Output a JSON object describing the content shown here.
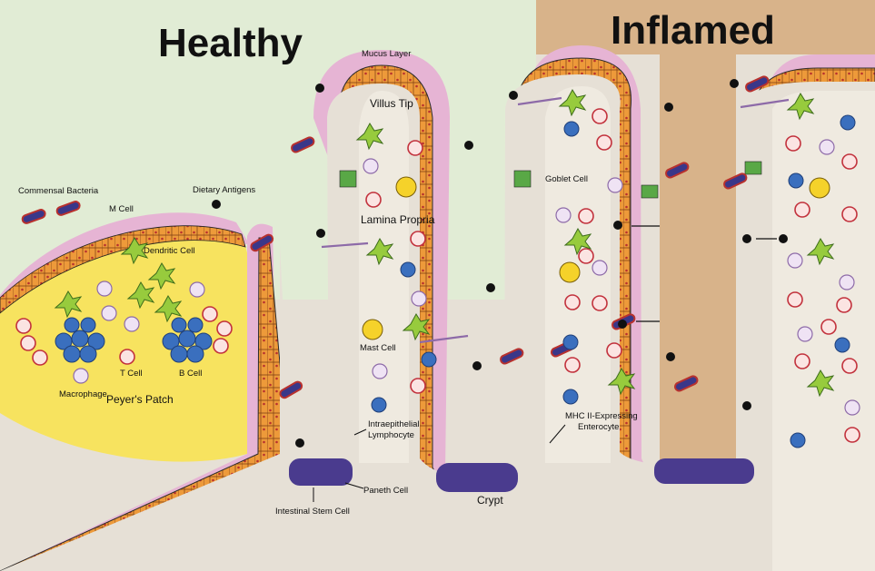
{
  "titles": {
    "healthy": "Healthy",
    "inflamed": "Inflamed"
  },
  "labels": {
    "mucus_layer": "Mucus Layer",
    "villus_tip": "Villus Tip",
    "commensal_bacteria": "Commensal Bacteria",
    "dietary_antigens": "Dietary Antigens",
    "m_cell": "M Cell",
    "dendritic_cell": "Dendritic Cell",
    "lamina_propria": "Lamina Propria",
    "goblet_cell": "Goblet Cell",
    "mast_cell": "Mast Cell",
    "t_cell": "T Cell",
    "b_cell": "B Cell",
    "macrophage": "Macrophage",
    "peyers_patch": "Peyer's Patch",
    "iel_line1": "Intraepithelial",
    "iel_line2": "Lymphocyte",
    "paneth_cell": "Paneth Cell",
    "intestinal_stem_cell": "Intestinal Stem Cell",
    "crypt": "Crypt",
    "mhc_line1": "MHC II-Expressing",
    "mhc_line2": "Enterocyte"
  },
  "colors": {
    "lumen_healthy": "#e1ecd5",
    "lumen_inflamed": "#d8b38a",
    "tissue": "#e6e0d6",
    "mucus": "#e6b4d4",
    "epithelium": "#ed9a3a",
    "lamina": "#efeae0",
    "peyers_patch": "#f7e35f",
    "goblet": "#59a846",
    "crypt_base": "#4a3b8e",
    "t_cell": "#c2313c",
    "b_cell": "#3a6fbe",
    "dendritic": "#97cb3d",
    "bacteria": "#3a3789",
    "antigen": "#111111"
  },
  "icons": [
    "commensal-bacteria-icon",
    "dietary-antigen-icon",
    "t-cell-icon",
    "b-cell-icon",
    "macrophage-icon",
    "dendritic-cell-icon",
    "mast-cell-icon"
  ]
}
